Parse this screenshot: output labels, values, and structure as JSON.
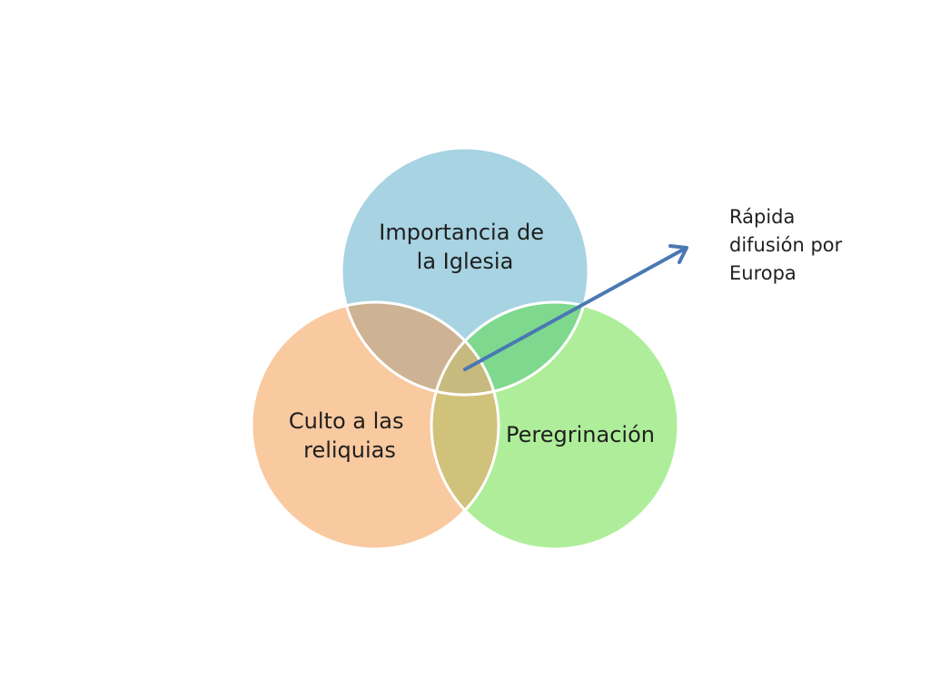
{
  "diagram": {
    "type": "venn",
    "circles": [
      {
        "id": "top",
        "lines": [
          "Importancia de",
          "la Iglesia"
        ],
        "color": "#a7d3e2"
      },
      {
        "id": "left",
        "lines": [
          "Culto a las",
          "reliquias"
        ],
        "color": "#f9c9a0"
      },
      {
        "id": "right",
        "lines": [
          "Peregrinación"
        ],
        "color": "#aeee9a"
      }
    ],
    "overlap_colors": {
      "top_left": "#cdb393",
      "top_right": "#7ed98e",
      "left_right": "#d1c27b",
      "center": "#c7ba7e"
    },
    "circle_stroke": "#ffffff",
    "arrow": {
      "color": "#4a78b3",
      "from": "center",
      "to": "annotation"
    }
  },
  "annotation": {
    "lines": [
      "Rápida",
      "difusión por",
      "Europa"
    ]
  }
}
